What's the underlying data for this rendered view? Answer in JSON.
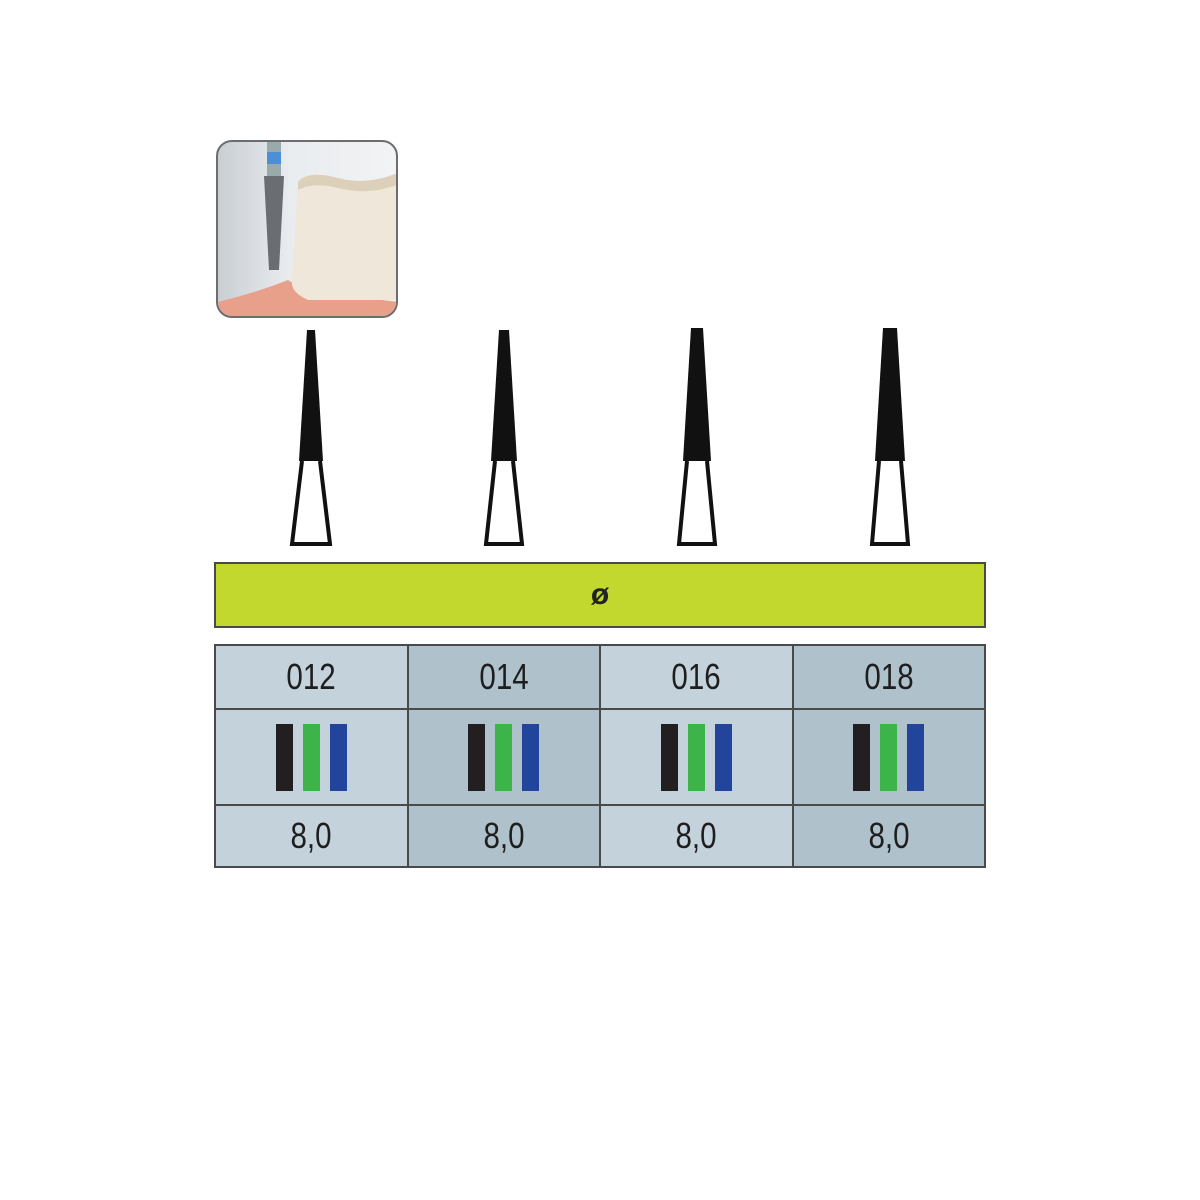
{
  "diameter_header": "ø",
  "colors": {
    "header_bg": "#c2d82e",
    "cell_light": "#c4d2db",
    "cell_dark": "#afc2cc",
    "stripe_black": "#231f20",
    "stripe_green": "#3db44a",
    "stripe_blue": "#22449a"
  },
  "columns": [
    {
      "size": "012",
      "length": "8,0",
      "stripes": [
        "#231f20",
        "#3db44a",
        "#22449a"
      ]
    },
    {
      "size": "014",
      "length": "8,0",
      "stripes": [
        "#231f20",
        "#3db44a",
        "#22449a"
      ]
    },
    {
      "size": "016",
      "length": "8,0",
      "stripes": [
        "#231f20",
        "#3db44a",
        "#22449a"
      ]
    },
    {
      "size": "018",
      "length": "8,0",
      "stripes": [
        "#231f20",
        "#3db44a",
        "#22449a"
      ]
    }
  ]
}
